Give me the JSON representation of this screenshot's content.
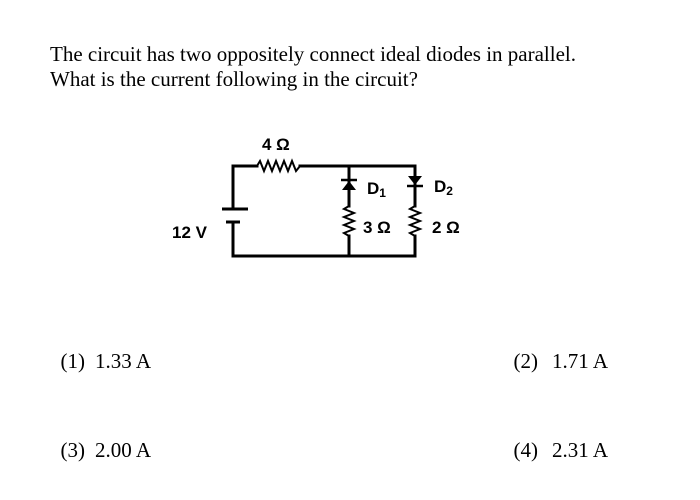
{
  "question": {
    "line1": "The circuit has two oppositely connect ideal diodes in parallel.",
    "line2": "What is the current following in the circuit?"
  },
  "circuit": {
    "battery_label": "12 V",
    "series_resistor_label": "4 Ω",
    "diode1_main": "D",
    "diode1_sub": "1",
    "diode2_main": "D",
    "diode2_sub": "2",
    "resistor1_label": "3 Ω",
    "resistor2_label": "2 Ω"
  },
  "options": [
    {
      "num": "(1)",
      "text": "1.33 A"
    },
    {
      "num": "(2)",
      "text": "1.71 A"
    },
    {
      "num": "(3)",
      "text": "2.00 A"
    },
    {
      "num": "(4)",
      "text": "2.31 A"
    }
  ]
}
